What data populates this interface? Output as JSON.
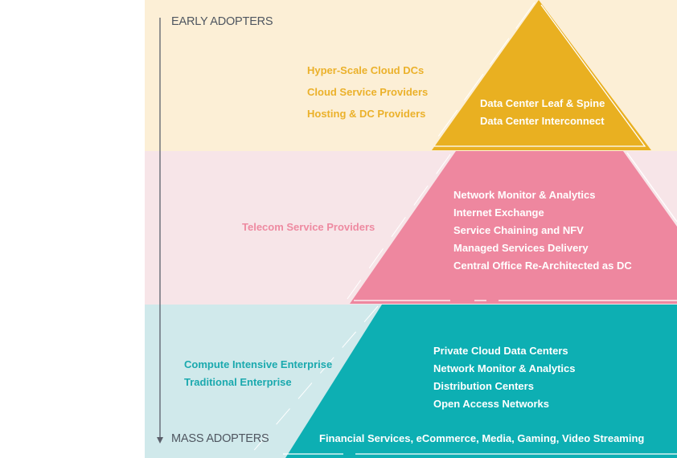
{
  "axis": {
    "top_label": "EARLY ADOPTERS",
    "bottom_label": "MASS ADOPTERS"
  },
  "tiers": [
    {
      "name": "top",
      "color": "#e9b021",
      "band_color": "#fcefd6",
      "segments": [
        "Hyper-Scale Cloud DCs",
        "Cloud Service Providers",
        "Hosting & DC Providers"
      ],
      "use_cases": [
        "Data Center Leaf & Spine",
        "Data Center Interconnect"
      ]
    },
    {
      "name": "middle",
      "color": "#ee879f",
      "band_color": "#f7e5e8",
      "segments": [
        "Telecom Service Providers"
      ],
      "use_cases": [
        "Network Monitor & Analytics",
        "Internet Exchange",
        "Service Chaining and NFV",
        "Managed Services Delivery",
        "Central Office Re-Architected as DC"
      ]
    },
    {
      "name": "bottom",
      "color": "#0dafb3",
      "band_color": "#d0e9eb",
      "segments": [
        "Compute Intensive Enterprise",
        "Traditional Enterprise"
      ],
      "use_cases": [
        "Private Cloud Data Centers",
        "Network Monitor & Analytics",
        "Distribution Centers",
        "Open Access Networks"
      ],
      "footer": "Financial Services, eCommerce, Media, Gaming, Video Streaming"
    }
  ]
}
